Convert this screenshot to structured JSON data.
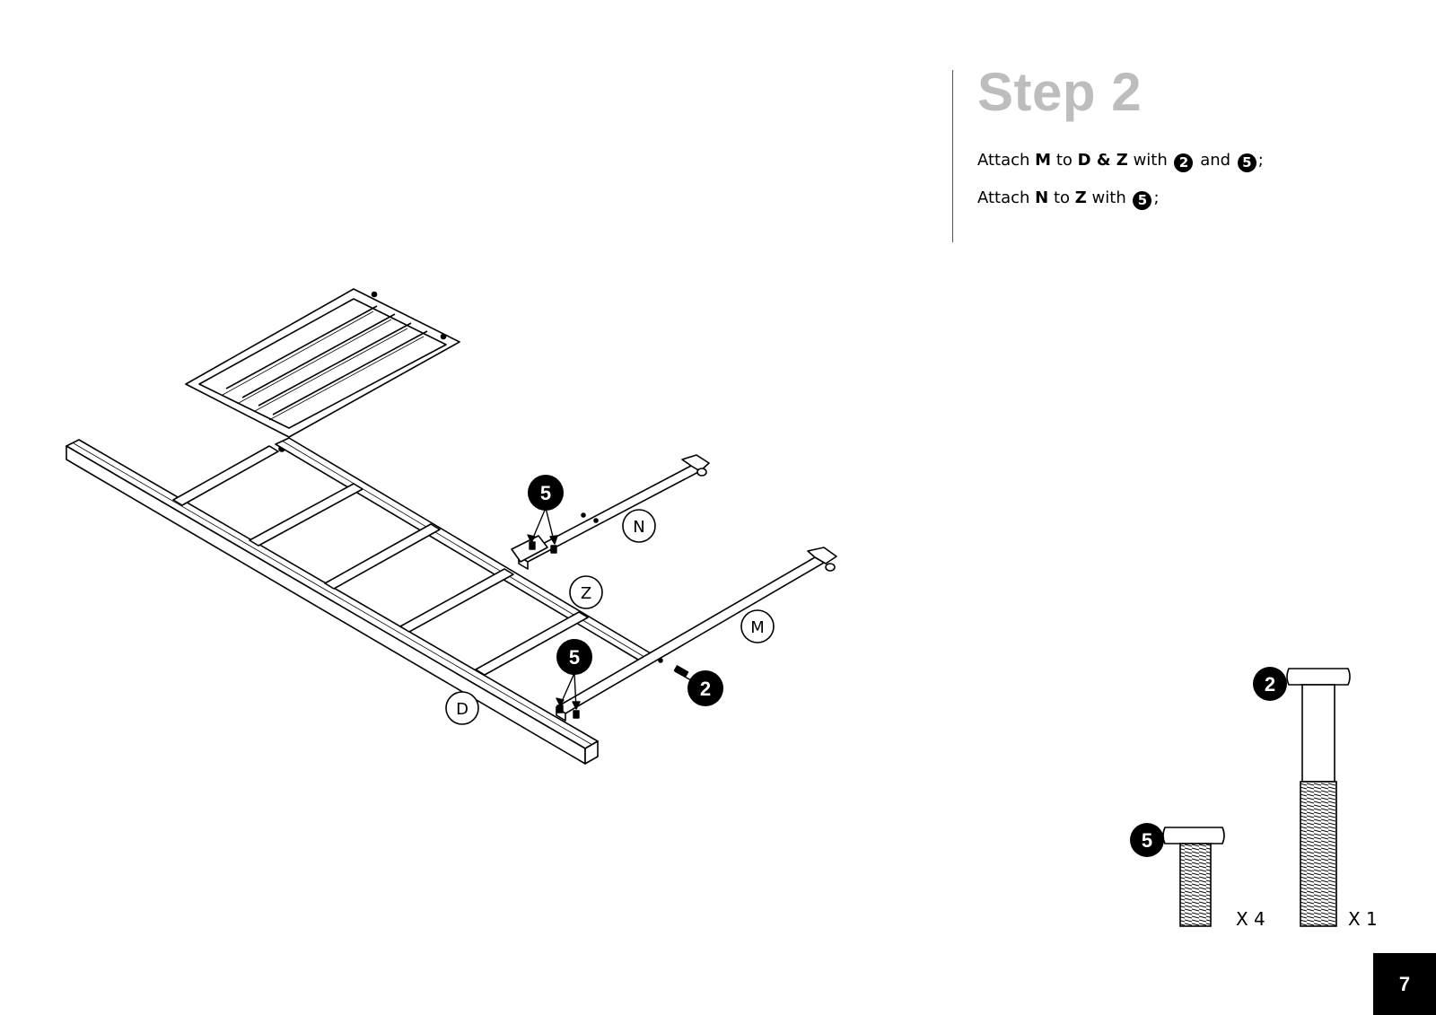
{
  "header": {
    "title": "Step 2"
  },
  "instructions": {
    "line1": {
      "t1": "Attach ",
      "b1": "M",
      "t2": " to ",
      "b2": "D & Z",
      "t3": " with ",
      "d1": "2",
      "t4": " and ",
      "d2": "5",
      "t5": ";"
    },
    "line2": {
      "t1": "Attach ",
      "b1": "N",
      "t2": " to ",
      "b2": "Z",
      "t3": " with ",
      "d1": "5",
      "t4": ";"
    }
  },
  "part_labels": {
    "N": "N",
    "Z": "Z",
    "M": "M",
    "D": "D"
  },
  "callouts": {
    "bolt5_top": "5",
    "bolt5_bottom": "5",
    "bolt2": "2"
  },
  "hardware": {
    "bolt5": {
      "id": "5",
      "qty": "X 4"
    },
    "bolt2": {
      "id": "2",
      "qty": "X 1"
    }
  },
  "page_number": "7",
  "colors": {
    "title": "#bdbdbd",
    "line": "#000000",
    "badge": "#000000"
  }
}
